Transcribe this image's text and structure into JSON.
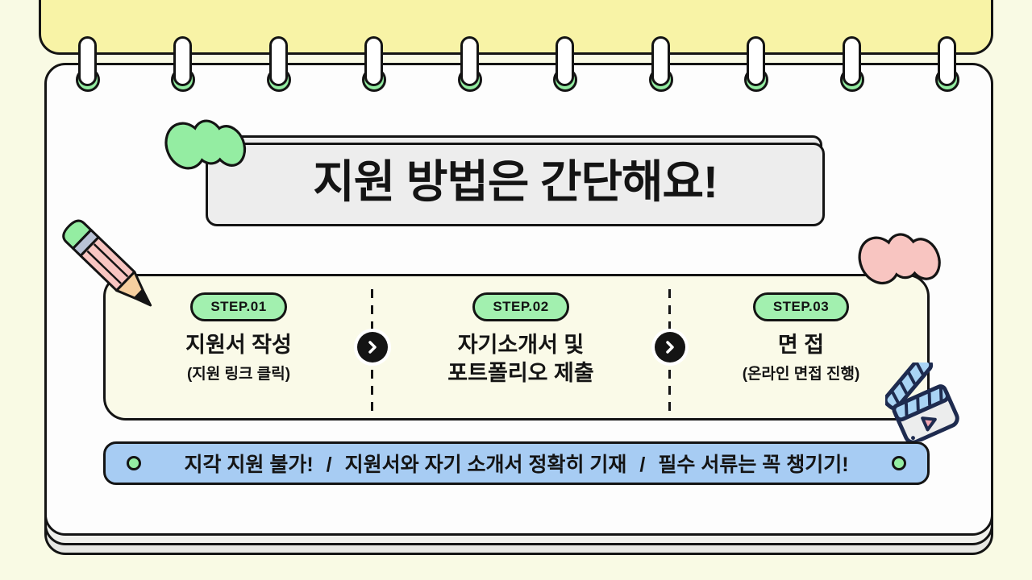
{
  "title": "지원 방법은 간단해요!",
  "steps": [
    {
      "badge": "STEP.01",
      "line1": "지원서 작성",
      "subtitle": "(지원 링크 클릭)"
    },
    {
      "badge": "STEP.02",
      "line1": "자기소개서 및",
      "line2": "포트폴리오 제출"
    },
    {
      "badge": "STEP.03",
      "line1": "면 접",
      "subtitle": "(온라인 면접 진행)"
    }
  ],
  "banner": {
    "segments": [
      "지각 지원 불가!",
      "지원서와 자기 소개서 정확히 기재",
      "필수 서류는 꼭 챙기기!"
    ],
    "separator": "/"
  },
  "icons": {
    "chevron_right": "❯",
    "pencil": "✏",
    "clapperboard": "🎬",
    "cloud_green": "green-scribble",
    "cloud_pink": "pink-scribble",
    "binder_ring": "spiral-ring"
  },
  "colors": {
    "background": "#f9fae4",
    "cover_yellow": "#f8f3a6",
    "page_white": "#fdfdfd",
    "green": "#94eda2",
    "badge_green": "#a2f0af",
    "banner_blue": "#a7ccf3",
    "title_gray": "#ededed",
    "steps_cream": "#fafae8",
    "pink": "#f8c5c1",
    "ink": "#141414"
  }
}
